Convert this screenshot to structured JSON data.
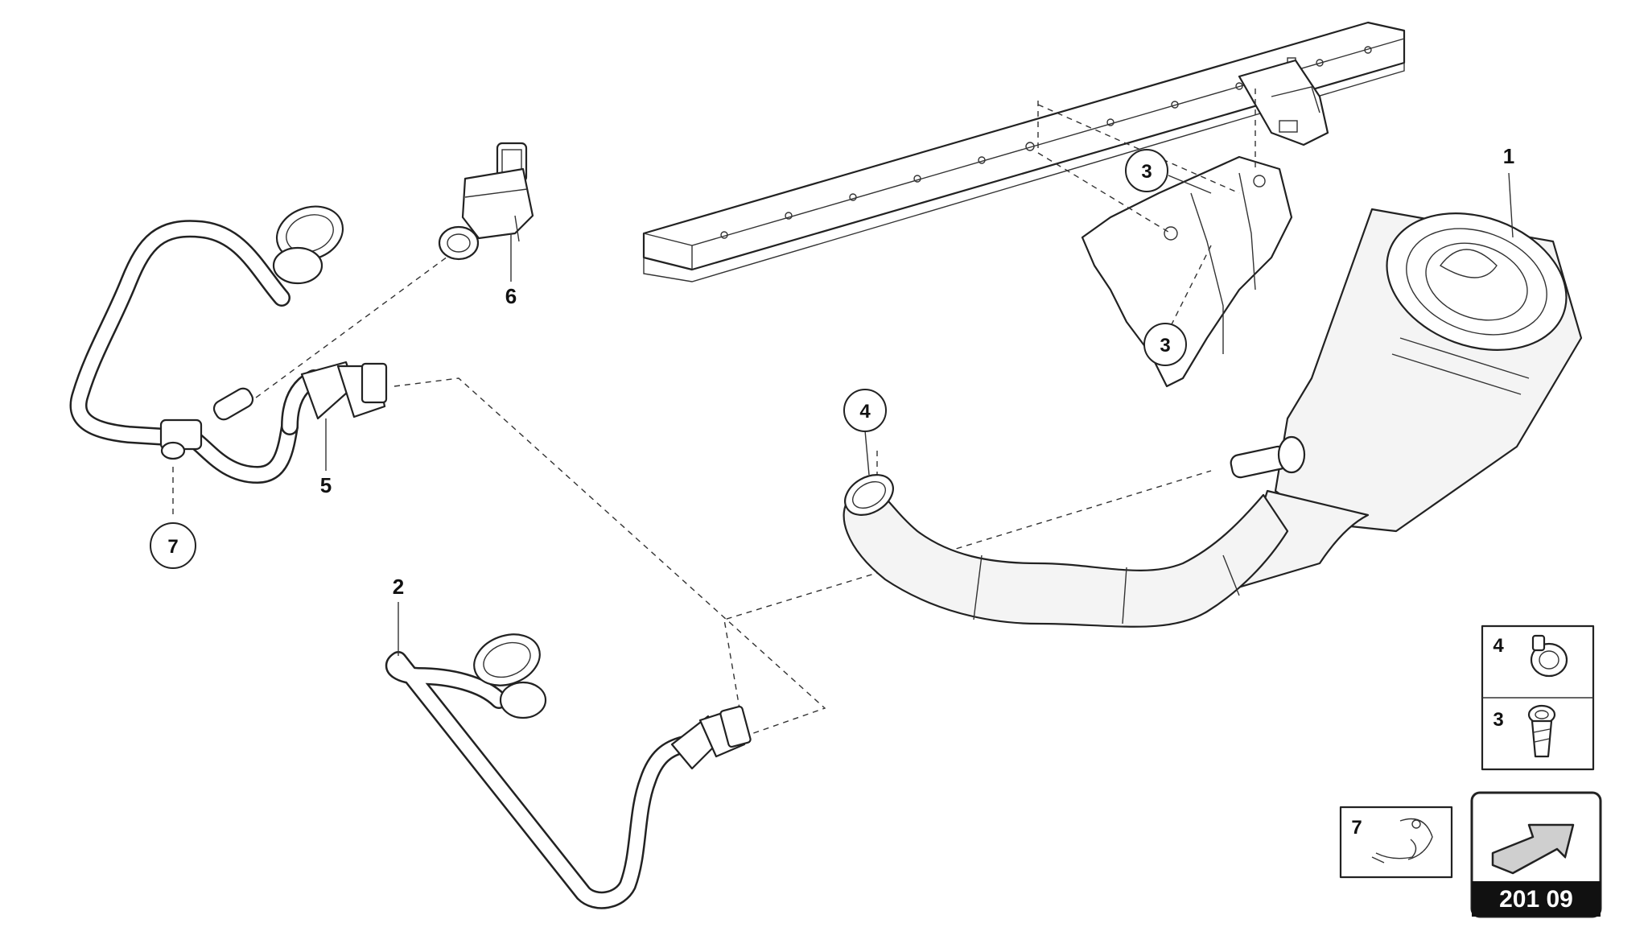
{
  "diagram": {
    "labels": {
      "part_1": "1",
      "part_2": "2",
      "part_3a": "3",
      "part_3b": "3",
      "part_4": "4",
      "part_5": "5",
      "part_6": "6",
      "part_7": "7"
    },
    "legend": {
      "item_4_num": "4",
      "item_3_num": "3",
      "item_7_num": "7"
    },
    "nav_badge": "201 09"
  }
}
